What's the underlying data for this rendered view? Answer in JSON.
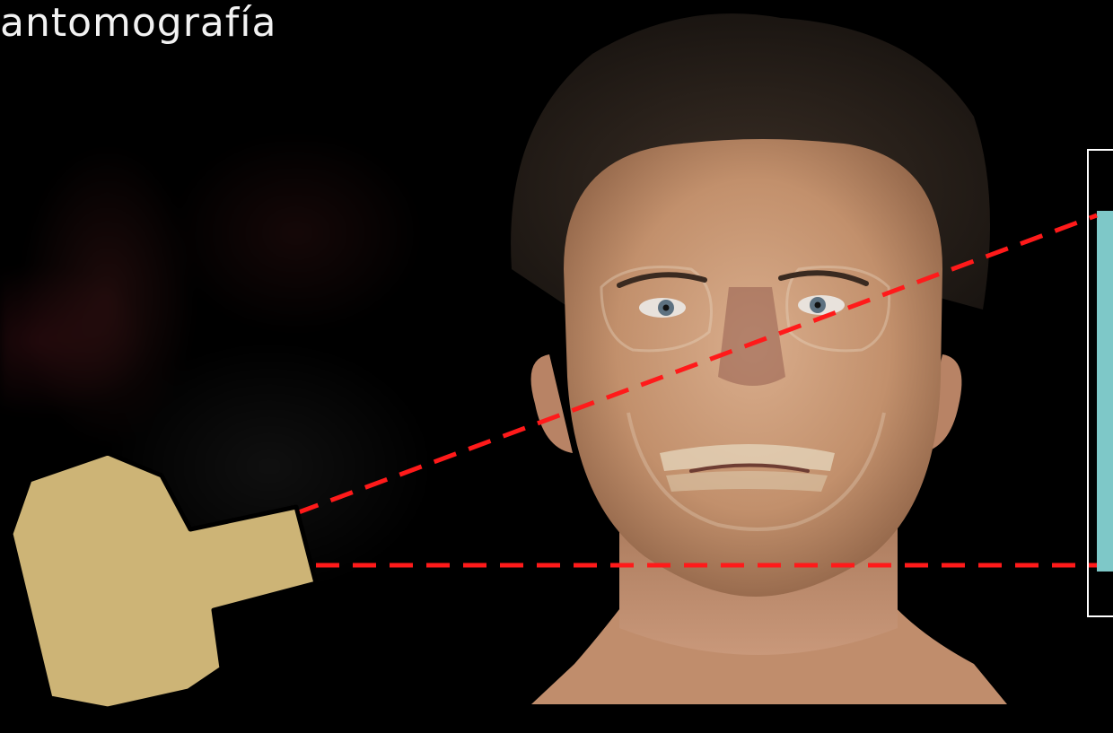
{
  "page": {
    "title": "antomografía"
  },
  "colors": {
    "background": "#000000",
    "beam_line": "#ff1a1a",
    "emitter": "#cdb476",
    "detector": "#7ec8c8",
    "detector_frame": "#ffffff",
    "title_text": "#f2f2f2"
  },
  "elements": {
    "head": "head-illustration-skin-and-skull",
    "emitter": "x-ray-emitter",
    "detector": "detector-panel",
    "beams": [
      "upper-diagonal-beam",
      "lower-horizontal-beam"
    ]
  }
}
